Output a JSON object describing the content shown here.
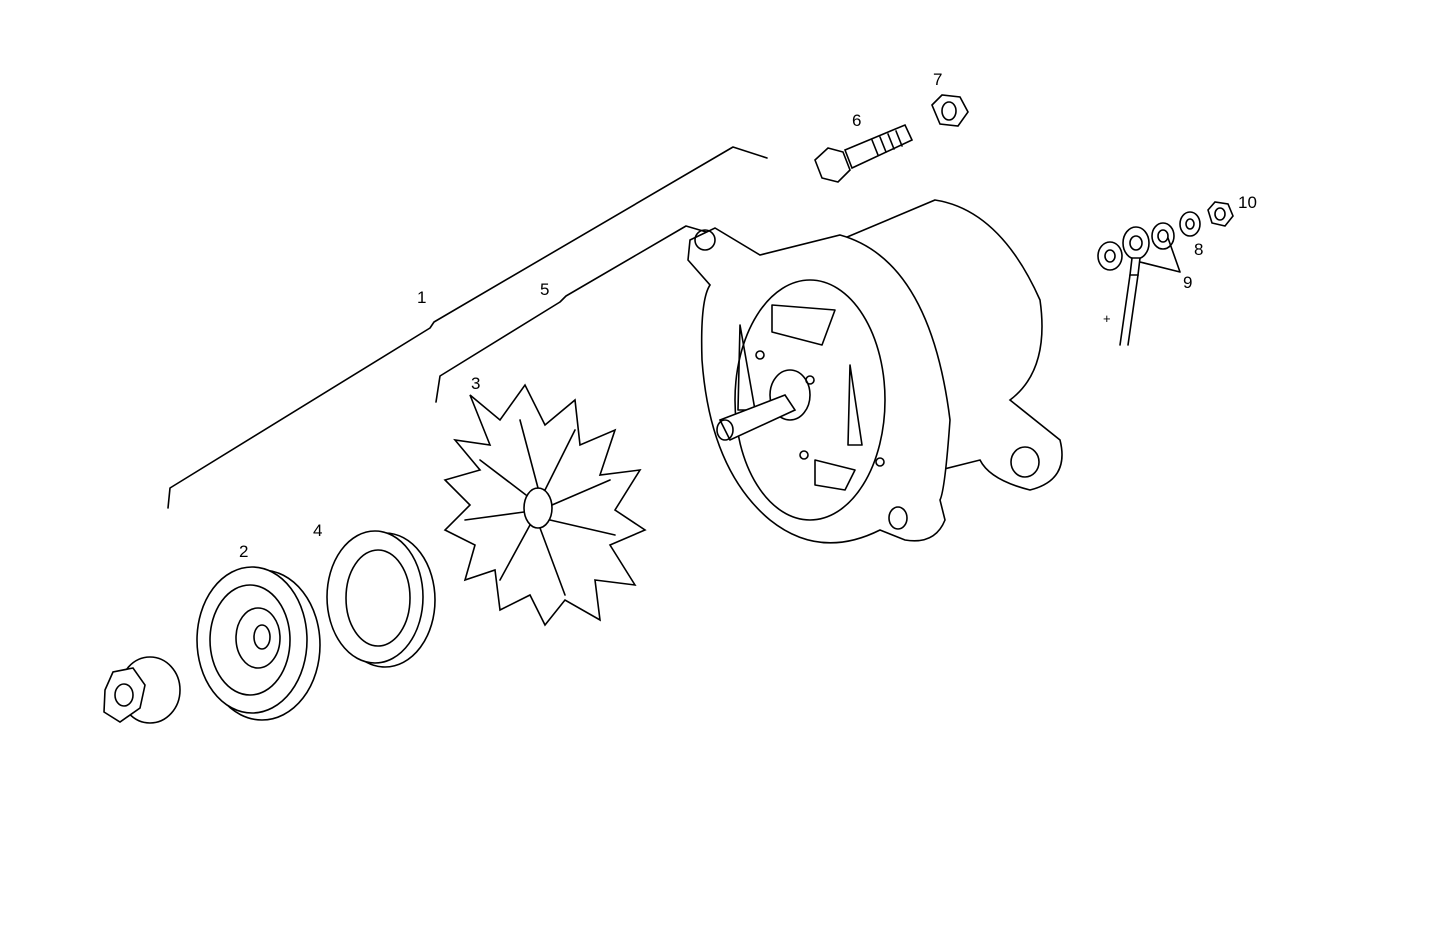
{
  "diagram": {
    "callouts": [
      {
        "id": "1",
        "text": "1"
      },
      {
        "id": "2",
        "text": "2"
      },
      {
        "id": "3",
        "text": "3"
      },
      {
        "id": "4",
        "text": "4"
      },
      {
        "id": "5",
        "text": "5"
      },
      {
        "id": "6",
        "text": "6"
      },
      {
        "id": "7",
        "text": "7"
      },
      {
        "id": "8",
        "text": "8"
      },
      {
        "id": "9",
        "text": "9"
      },
      {
        "id": "10",
        "text": "10"
      }
    ],
    "polarity_mark": "+",
    "line_color": "#000000",
    "background": "#ffffff"
  }
}
